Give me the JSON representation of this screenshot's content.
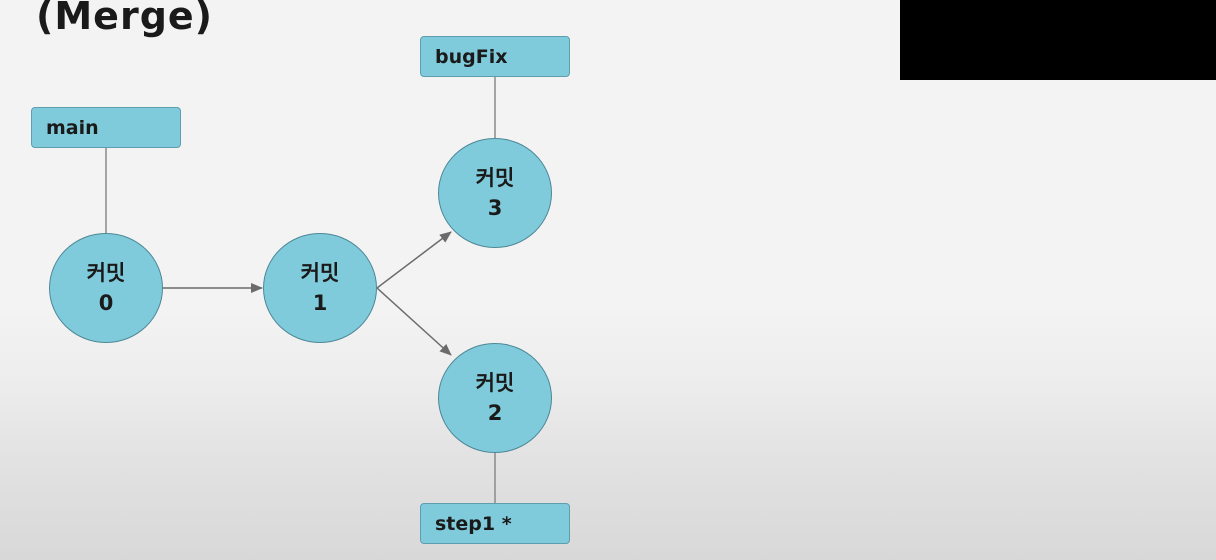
{
  "title": "(Merge)",
  "colors": {
    "node_fill": "#7fcbdb",
    "node_stroke": "#4d8796",
    "edge": "#6b6b6b",
    "background": "#f3f3f3"
  },
  "branches": [
    {
      "id": "main",
      "label": "main",
      "points_to": "commit-0"
    },
    {
      "id": "bugFix",
      "label": "bugFix",
      "points_to": "commit-3"
    },
    {
      "id": "step1",
      "label": "step1 *",
      "points_to": "commit-2"
    }
  ],
  "commits": [
    {
      "id": "commit-0",
      "word": "커밋",
      "number": "0"
    },
    {
      "id": "commit-1",
      "word": "커밋",
      "number": "1"
    },
    {
      "id": "commit-2",
      "word": "커밋",
      "number": "2"
    },
    {
      "id": "commit-3",
      "word": "커밋",
      "number": "3"
    }
  ],
  "edges": [
    {
      "from": "commit-0",
      "to": "commit-1"
    },
    {
      "from": "commit-1",
      "to": "commit-3"
    },
    {
      "from": "commit-1",
      "to": "commit-2"
    }
  ]
}
